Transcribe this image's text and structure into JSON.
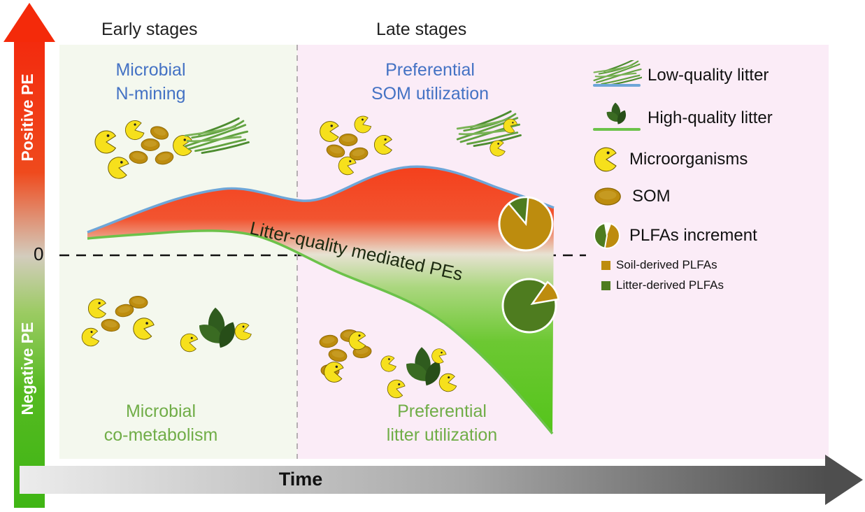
{
  "axes": {
    "y_positive": "Positive PE",
    "y_negative": "Negative PE",
    "zero": "0",
    "x": "Time"
  },
  "stages": {
    "early": "Early stages",
    "late": "Late stages"
  },
  "quadrants": {
    "top_left": {
      "line1": "Microbial",
      "line2": "N-mining"
    },
    "top_right": {
      "line1": "Preferential",
      "line2": "SOM utilization"
    },
    "bottom_left": {
      "line1": "Microbial",
      "line2": "co-metabolism"
    },
    "bottom_right": {
      "line1": "Preferential",
      "line2": "litter utilization"
    }
  },
  "band_label": "Litter-quality mediated PEs",
  "legend": {
    "items": [
      {
        "icon": "low-quality-litter-icon",
        "label": "Low-quality litter"
      },
      {
        "icon": "high-quality-litter-icon",
        "label": "High-quality litter"
      },
      {
        "icon": "microorganisms-icon",
        "label": "Microorganisms"
      },
      {
        "icon": "som-icon",
        "label": "SOM"
      },
      {
        "icon": "plfas-increment-icon",
        "label": "PLFAs increment"
      }
    ],
    "sub_items": [
      {
        "icon": "soil-derived-swatch",
        "label": "Soil-derived PLFAs"
      },
      {
        "icon": "litter-derived-swatch",
        "label": "Litter-derived PLFAs"
      }
    ]
  },
  "colors": {
    "blue_text": "#4472C4",
    "green_text": "#70AD47",
    "positive_fill": "#F4401C",
    "negative_fill": "#54C41A",
    "upper_curve": "#6EA6D8",
    "lower_curve": "#6CC24A",
    "som": "#BD8C0E",
    "soil_plfa": "#BD8C0E",
    "litter_plfa": "#4E7C1F",
    "microorganism": "#F6E01C",
    "early_bg": "#F4F8EE",
    "late_bg": "#FBECF7"
  }
}
